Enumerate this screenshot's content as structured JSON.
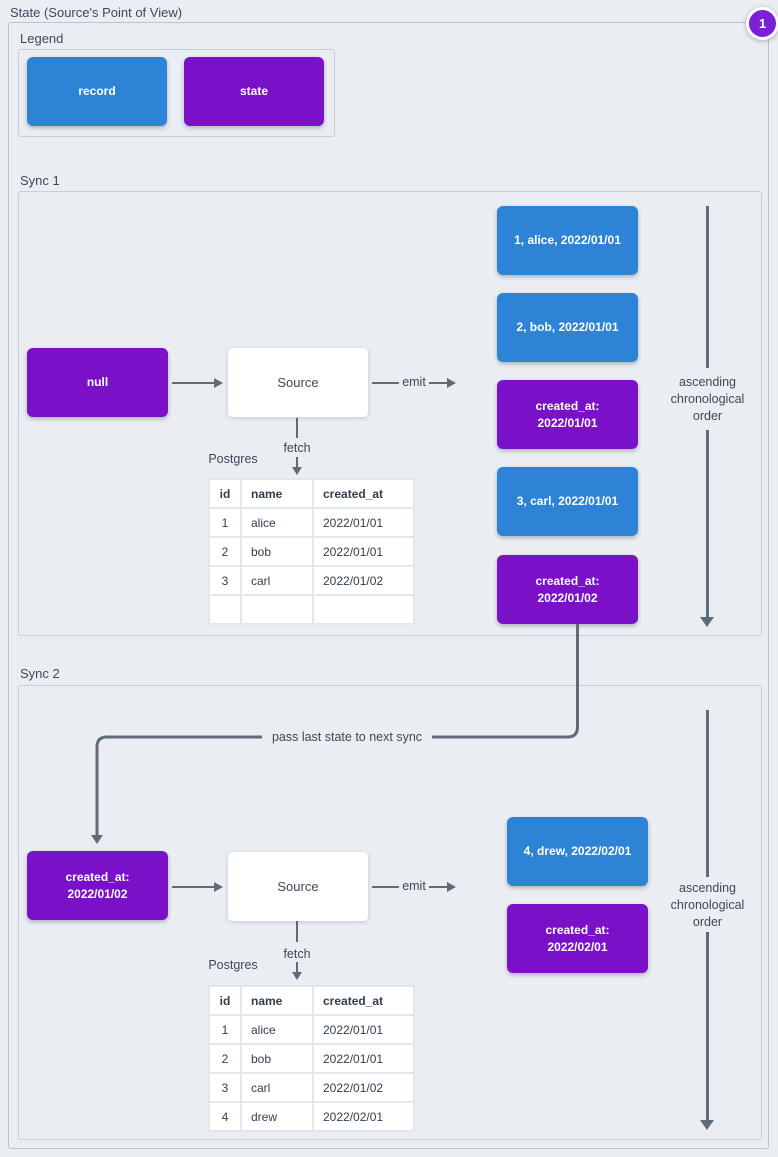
{
  "page": {
    "title": "State (Source's Point of View)",
    "badge": "1"
  },
  "colors": {
    "record": "#2d83d5",
    "state": "#7a11c9",
    "badge": "#7a20d6",
    "arrow": "#5f6b79"
  },
  "legend": {
    "title": "Legend",
    "record_label": "record",
    "state_label": "state"
  },
  "sync1": {
    "title": "Sync 1",
    "input_state": "null",
    "source": "Source",
    "emit": "emit",
    "fetch": "fetch",
    "database": "Postgres",
    "table": {
      "headers": [
        "id",
        "name",
        "created_at"
      ],
      "rows": [
        [
          "1",
          "alice",
          "2022/01/01"
        ],
        [
          "2",
          "bob",
          "2022/01/01"
        ],
        [
          "3",
          "carl",
          "2022/01/02"
        ],
        [
          "",
          "",
          ""
        ]
      ]
    },
    "emitted": [
      "1, alice, 2022/01/01",
      "2, bob, 2022/01/01",
      "created_at:\n2022/01/01",
      "3, carl, 2022/01/01",
      "created_at:\n2022/01/02"
    ],
    "order_note": "ascending\nchronological\norder"
  },
  "connector": {
    "label": "pass last state to next sync"
  },
  "sync2": {
    "title": "Sync 2",
    "input_state": "created_at:\n2022/01/02",
    "source": "Source",
    "emit": "emit",
    "fetch": "fetch",
    "database": "Postgres",
    "table": {
      "headers": [
        "id",
        "name",
        "created_at"
      ],
      "rows": [
        [
          "1",
          "alice",
          "2022/01/01"
        ],
        [
          "2",
          "bob",
          "2022/01/01"
        ],
        [
          "3",
          "carl",
          "2022/01/02"
        ],
        [
          "4",
          "drew",
          "2022/02/01"
        ]
      ]
    },
    "emitted": [
      "4, drew, 2022/02/01",
      "created_at:\n2022/02/01"
    ],
    "order_note": "ascending\nchronological\norder"
  }
}
